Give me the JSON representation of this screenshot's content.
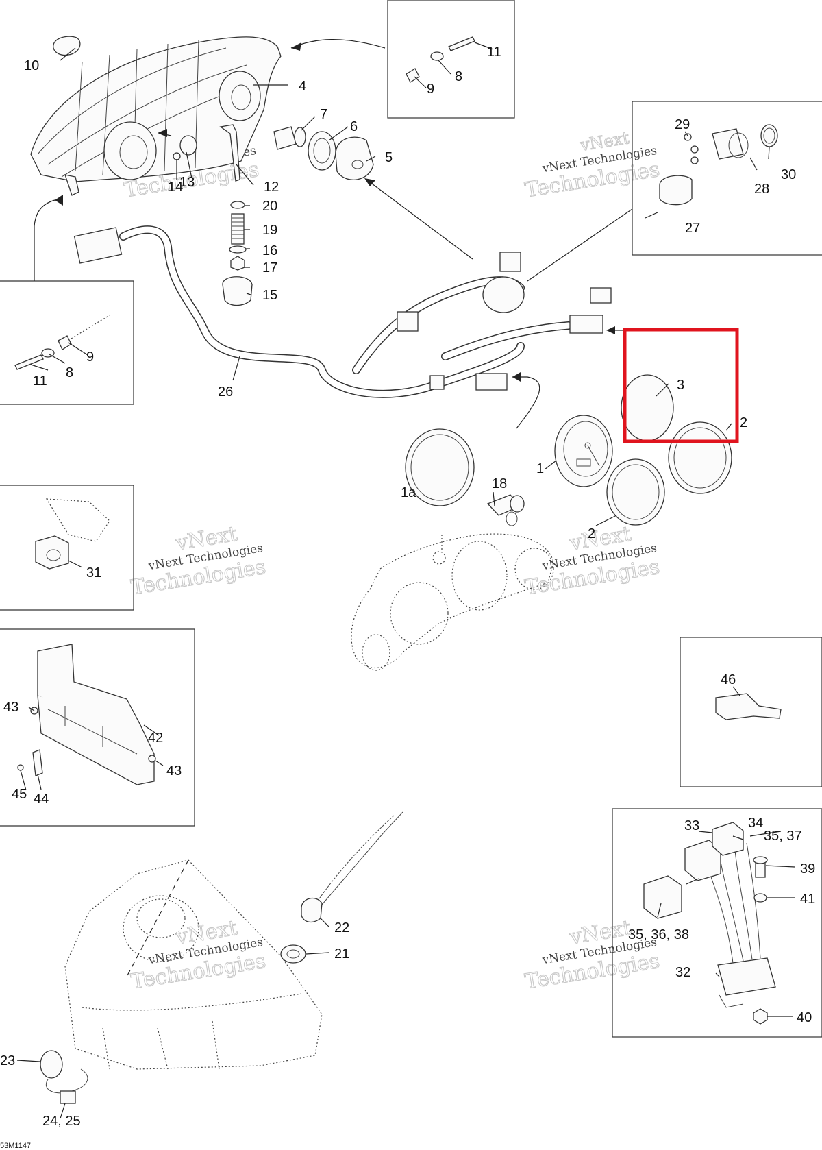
{
  "diagram_code": "53M1147",
  "watermarks": [
    {
      "id": "wm1",
      "line1": "vNext",
      "line2": "vNext Technologies",
      "line3": "Technologies"
    },
    {
      "id": "wm2",
      "line1": "vNext",
      "line2": "vNext Technologies",
      "line3": "Technologies"
    },
    {
      "id": "wm3",
      "line1": "vNext",
      "line2": "vNext Technologies",
      "line3": "Technologies"
    },
    {
      "id": "wm4",
      "line1": "vNext",
      "line2": "vNext Technologies",
      "line3": "Technologies"
    },
    {
      "id": "wm5",
      "line1": "vNext",
      "line2": "vNext Technologies",
      "line3": "Technologies"
    },
    {
      "id": "wm6",
      "line1": "vNext",
      "line2": "vNext Technologies",
      "line3": "Technologies"
    }
  ],
  "callouts": {
    "c1": "1",
    "c1a": "1a",
    "c2a": "2",
    "c2b": "2",
    "c3": "3",
    "c4": "4",
    "c5": "5",
    "c6": "6",
    "c7": "7",
    "c8a": "8",
    "c8b": "8",
    "c9a": "9",
    "c9b": "9",
    "c10": "10",
    "c11a": "11",
    "c11b": "11",
    "c12": "12",
    "c13": "13",
    "c14": "14",
    "c15": "15",
    "c16": "16",
    "c17": "17",
    "c18": "18",
    "c19": "19",
    "c20": "20",
    "c21": "21",
    "c22": "22",
    "c23": "23",
    "c2425": "24, 25",
    "c26": "26",
    "c27": "27",
    "c28": "28",
    "c29": "29",
    "c30": "30",
    "c31": "31",
    "c32": "32",
    "c33": "33",
    "c34": "34",
    "c3537": "35, 37",
    "c353638": "35, 36, 38",
    "c39": "39",
    "c40": "40",
    "c41": "41",
    "c42": "42",
    "c43a": "43",
    "c43b": "43",
    "c44": "44",
    "c45": "45",
    "c46": "46"
  },
  "highlight_color": "#e0141e"
}
